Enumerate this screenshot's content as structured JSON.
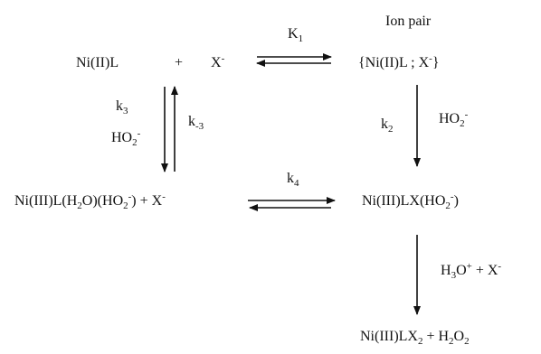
{
  "top_right_header": "Ion pair",
  "species": {
    "nil": "Ni(II)L",
    "plus_1": "+",
    "x_1": "X",
    "x_1_charge": "-",
    "ion_pair_open": "{Ni(II)L ; X",
    "ion_pair_charge": "-",
    "ion_pair_close": "}",
    "left_mid_prefix": "Ni(III)L(H",
    "left_mid_sub_2": "2",
    "left_mid_middle": "O)(HO",
    "left_mid_sub_2b": "2",
    "left_mid_sup_minus": "-",
    "left_mid_suffix": ") + X",
    "left_mid_x_charge": "-",
    "right_mid_prefix": "Ni(III)LX(HO",
    "right_mid_sub": "2",
    "right_mid_sup": "-",
    "right_mid_close": ")",
    "bottom_prefix": "Ni(III)LX",
    "bottom_sub": "2",
    "bottom_middle": " + H",
    "bottom_sub_2": "2",
    "bottom_o": "O",
    "bottom_sub_3": "2"
  },
  "rate_constants": {
    "K1_main": "K",
    "K1_sub": "1",
    "k2_main": "k",
    "k2_sub": "2",
    "k3_main": "k",
    "k3_sub": "3",
    "km3_main": "k",
    "km3_sub": "-3",
    "k4_main": "k",
    "k4_sub": "4"
  },
  "reagents": {
    "ho2_left_main": "HO",
    "ho2_left_sub": "2",
    "ho2_left_sup": "-",
    "ho2_right_main": "HO",
    "ho2_right_sub": "2",
    "ho2_right_sup": "-",
    "h3o_main": "H",
    "h3o_sub": "3",
    "h3o_o": "O",
    "h3o_sup": "+",
    "h3o_plus": " + X",
    "h3o_x_sup": "-"
  }
}
